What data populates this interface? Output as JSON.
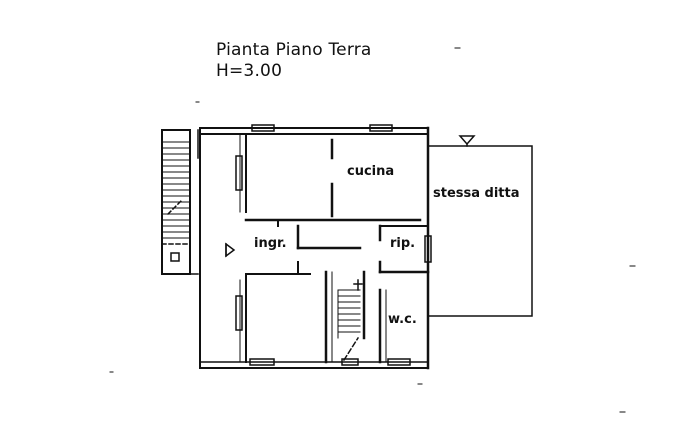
{
  "title": {
    "line1": "Pianta Piano Terra",
    "line2": "H=3.00"
  },
  "rooms": {
    "cucina": "cucina",
    "stessa_ditta": "stessa ditta",
    "ingresso": "ingr.",
    "ripostiglio": "rip.",
    "wc": "w.c."
  },
  "colors": {
    "ink": "#111111",
    "paper": "#ffffff"
  }
}
